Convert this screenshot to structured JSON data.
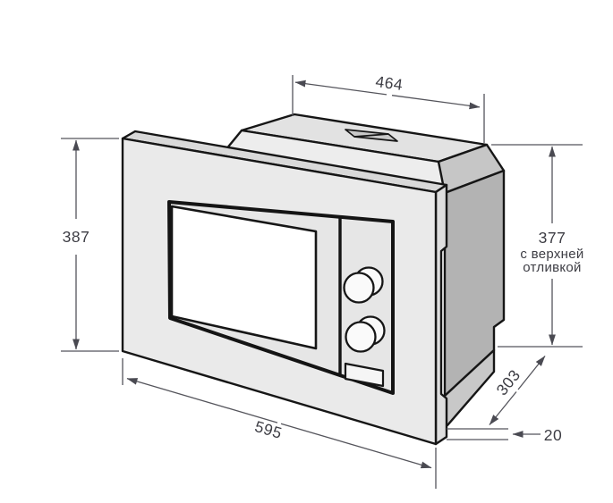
{
  "drawing": {
    "dimensions": {
      "top_width": {
        "value": "464"
      },
      "left_height": {
        "value": "387"
      },
      "right_height": {
        "value": "377",
        "note_line1": "с верхней",
        "note_line2": "отливкой"
      },
      "bottom_width": {
        "value": "595"
      },
      "depth": {
        "value": "303"
      },
      "front_trim_offset": {
        "value": "20"
      }
    },
    "colors": {
      "background": "#ffffff",
      "outline": "#161616",
      "dimension_lines": "#55555c",
      "dimension_text": "#3d3d44",
      "trim_front": "#eaeaea",
      "top_face": "#e2e2e2",
      "side_mid": "#c6c6c6",
      "side_dark": "#b3b3b3",
      "door_window": "#ffffff"
    }
  }
}
